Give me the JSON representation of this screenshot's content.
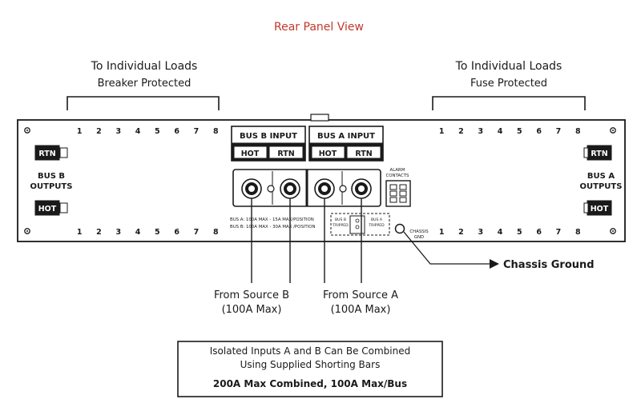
{
  "title": "Rear Panel View",
  "left_group": {
    "heading": "To Individual Loads",
    "subheading": "Breaker Protected"
  },
  "right_group": {
    "heading": "To Individual Loads",
    "subheading": "Fuse Protected"
  },
  "position_numbers": [
    "1",
    "2",
    "3",
    "4",
    "5",
    "6",
    "7",
    "8"
  ],
  "labels": {
    "rtn": "RTN",
    "hot": "HOT",
    "bus_b_outputs_1": "BUS B",
    "bus_b_outputs_2": "OUTPUTS",
    "bus_a_outputs_1": "BUS A",
    "bus_a_outputs_2": "OUTPUTS",
    "bus_b_input": "BUS B INPUT",
    "bus_a_input": "BUS A INPUT",
    "alarm_1": "ALARM",
    "alarm_2": "CONTACTS",
    "spec_1": "BUS A: 100A MAX - 15A MAX/POSITION",
    "spec_2": "BUS B: 100A MAX - 30A MAX /POSITION",
    "chassis_1": "CHASSIS",
    "chassis_2": "GND",
    "tripped_b_1": "BUS B",
    "tripped_b_2": "TRIPPED",
    "tripped_a_1": "BUS A",
    "tripped_a_2": "TRIPPED"
  },
  "callouts": {
    "chassis_ground": "Chassis Ground",
    "source_b_1": "From Source B",
    "source_b_2": "(100A Max)",
    "source_a_1": "From Source A",
    "source_a_2": "(100A Max)"
  },
  "note": {
    "line1": "Isolated Inputs A and B Can Be Combined",
    "line2": "Using Supplied Shorting Bars",
    "line3": "200A Max Combined, 100A Max/Bus"
  },
  "colors": {
    "title": "#c0392b",
    "ink": "#1a1a1a",
    "panel": "#ffffff"
  }
}
